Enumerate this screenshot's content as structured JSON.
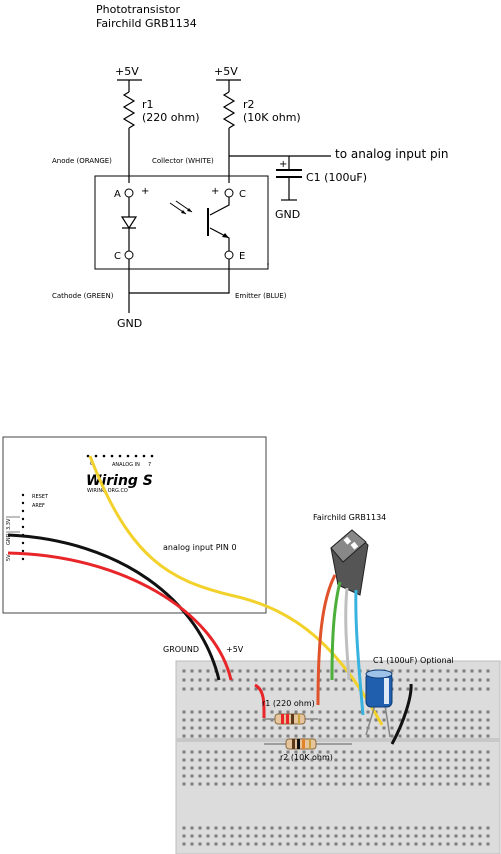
{
  "schematic": {
    "title_line1": "Phototransistor",
    "title_line2": "Fairchild GRB1134",
    "vcc_left": "+5V",
    "vcc_right": "+5V",
    "r1_name": "r1",
    "r1_value": "(220 ohm)",
    "r2_name": "r2",
    "r2_value": "(10K ohm)",
    "anode_label": "Anode (ORANGE)",
    "collector_label": "Collector (WHITE)",
    "analog_label": "to analog input pin",
    "cap_label": "C1 (100uF)",
    "cap_gnd": "GND",
    "pin_a": "A",
    "pin_c_left": "C",
    "pin_c_right": "C",
    "pin_e": "E",
    "plus_left": "+",
    "plus_right": "+",
    "cathode_label": "Cathode (GREEN)",
    "emitter_label": "Emitter (BLUE)",
    "gnd": "GND"
  },
  "wiring": {
    "board_logo": "Wiring S",
    "board_url": "WIRING.ORG.CO",
    "analog_in_header": "ANALOG IN",
    "analog_pin_0": "0",
    "analog_pin_7": "7",
    "reset": "RESET",
    "aref": "AREF",
    "pin_3v3": "3.3V",
    "pin_gnd": "GND",
    "pin_5v": "5V",
    "analog_input_label": "analog input PIN 0",
    "sensor_label": "Fairchild GRB1134",
    "ground_label": "GROUND",
    "plus5v_label": "+5V",
    "cap_optional": "C1 (100uF) Optional",
    "r1_label": "r1 (220 ohm)",
    "r2_label": "r2 (10K ohm)"
  },
  "colors": {
    "red_wire": "#e8262a",
    "black_wire": "#111111",
    "yellow_wire": "#f2d22a",
    "orange_lead": "#e0522a",
    "green_lead": "#4caf3a",
    "blue_lead": "#38b2df",
    "white_lead": "#bfbfbf",
    "capacitor": "#1f5fae"
  }
}
